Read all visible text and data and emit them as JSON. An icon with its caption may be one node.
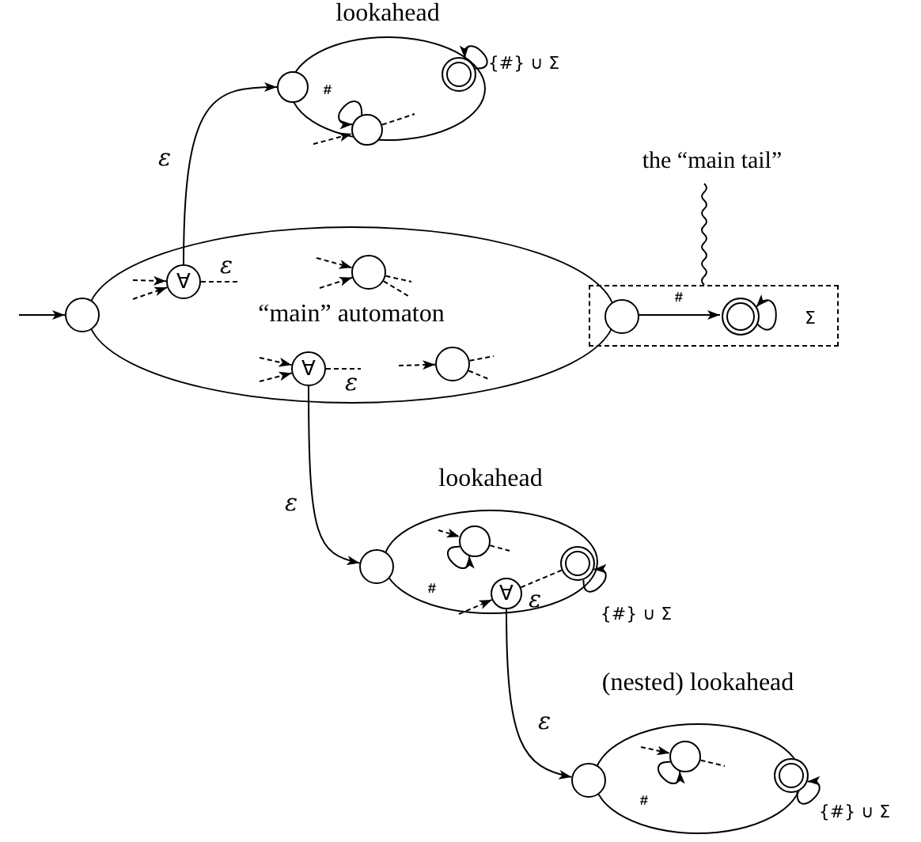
{
  "diagram": {
    "nodes": [
      {
        "text": [
          "lookahead"
        ]
      },
      {
        "text": [],
        "shape": "circle"
      },
      {
        "text": [],
        "shape": "circle",
        "in": 0
      },
      {
        "text": [],
        "shape": "circle",
        "in": 0
      },
      {
        "text": [
          "the “main tail”"
        ]
      },
      {
        "text": [
          "“main” automaton"
        ]
      },
      {
        "text": [],
        "shape": "circle"
      },
      {
        "text": [
          "∀"
        ],
        "in": 5
      },
      {
        "text": [],
        "shape": "circle",
        "in": 5
      },
      {
        "text": [
          "∀"
        ],
        "in": 5
      },
      {
        "text": [],
        "shape": "circle",
        "in": 5
      },
      {
        "text": [],
        "shape": "circle",
        "in": 12
      },
      {
        "text": [],
        "shape": "box"
      },
      {
        "text": [],
        "shape": "circle",
        "in": 12
      },
      {
        "text": [
          "lookahead"
        ]
      },
      {
        "text": [],
        "shape": "circle"
      },
      {
        "text": [],
        "shape": "circle",
        "in": 14
      },
      {
        "text": [
          "∀"
        ],
        "in": 14
      },
      {
        "text": [],
        "shape": "circle",
        "in": 14
      },
      {
        "text": [
          "(nested) lookahead"
        ]
      },
      {
        "text": [],
        "shape": "circle"
      },
      {
        "text": [],
        "shape": "circle",
        "in": 19
      },
      {
        "text": [],
        "shape": "circle"
      }
    ],
    "edges": [
      {
        "from": null,
        "to": 6,
        "arrow": "to"
      },
      {
        "from": 7,
        "to": 1,
        "arrow": "to",
        "label": "ε"
      },
      {
        "from": 4,
        "to": 12,
        "arrow": "none"
      },
      {
        "from": 11,
        "to": 13,
        "arrow": "to",
        "label": "#"
      },
      {
        "from": 13,
        "to": 13,
        "arrow": "to",
        "label": "Σ"
      },
      {
        "from": 9,
        "to": 15,
        "arrow": "to",
        "label": "ε"
      },
      {
        "from": 17,
        "to": 20,
        "arrow": "to",
        "label": "ε"
      },
      {
        "from": 2,
        "to": 2,
        "arrow": "to",
        "label": "#"
      },
      {
        "from": 3,
        "to": 3,
        "arrow": "to",
        "label": "{#} ∪ Σ"
      },
      {
        "from": 16,
        "to": 16,
        "arrow": "to",
        "label": "#"
      },
      {
        "from": 18,
        "to": 18,
        "arrow": "to",
        "label": "{#} ∪ Σ"
      },
      {
        "from": 21,
        "to": 21,
        "arrow": "to",
        "label": "#"
      },
      {
        "from": 22,
        "to": 22,
        "arrow": "to",
        "label": "{#} ∪ Σ"
      },
      {
        "from": null,
        "to": 2,
        "arrow": "to",
        "style": "dashed"
      },
      {
        "from": 2,
        "to": null,
        "arrow": "none",
        "style": "dashed"
      },
      {
        "from": null,
        "to": 7,
        "arrow": "to",
        "style": "dashed"
      },
      {
        "from": null,
        "to": 7,
        "arrow": "to",
        "style": "dashed"
      },
      {
        "from": 7,
        "to": null,
        "arrow": "none",
        "style": "dashed",
        "label": "ε"
      },
      {
        "from": null,
        "to": 8,
        "arrow": "to",
        "style": "dashed"
      },
      {
        "from": null,
        "to": 8,
        "arrow": "to",
        "style": "dashed"
      },
      {
        "from": 8,
        "to": null,
        "arrow": "none",
        "style": "dashed"
      },
      {
        "from": 8,
        "to": null,
        "arrow": "none",
        "style": "dashed"
      },
      {
        "from": null,
        "to": 9,
        "arrow": "to",
        "style": "dashed"
      },
      {
        "from": null,
        "to": 9,
        "arrow": "to",
        "style": "dashed"
      },
      {
        "from": 9,
        "to": null,
        "arrow": "none",
        "style": "dashed",
        "label": "ε"
      },
      {
        "from": null,
        "to": 10,
        "arrow": "to",
        "style": "dashed"
      },
      {
        "from": 10,
        "to": null,
        "arrow": "none",
        "style": "dashed"
      },
      {
        "from": 10,
        "to": null,
        "arrow": "none",
        "style": "dashed"
      },
      {
        "from": null,
        "to": 16,
        "arrow": "to",
        "style": "dashed"
      },
      {
        "from": 16,
        "to": null,
        "arrow": "none",
        "style": "dashed"
      },
      {
        "from": null,
        "to": 17,
        "arrow": "to",
        "style": "dashed"
      },
      {
        "from": 17,
        "to": 18,
        "arrow": "none",
        "style": "dashed",
        "label": "ε"
      },
      {
        "from": null,
        "to": 21,
        "arrow": "to",
        "style": "dashed"
      },
      {
        "from": 21,
        "to": null,
        "arrow": "none",
        "style": "dashed"
      }
    ]
  }
}
